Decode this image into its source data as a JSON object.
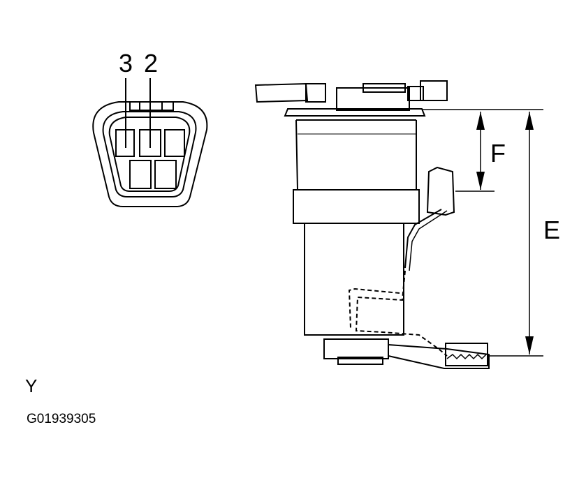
{
  "connector": {
    "pin_label_3": "3",
    "pin_label_2": "2"
  },
  "dimensions": {
    "label_f": "F",
    "label_e": "E"
  },
  "view_label": "Y",
  "figure_id": "G01939305",
  "colors": {
    "line": "#000000",
    "background": "#ffffff"
  }
}
